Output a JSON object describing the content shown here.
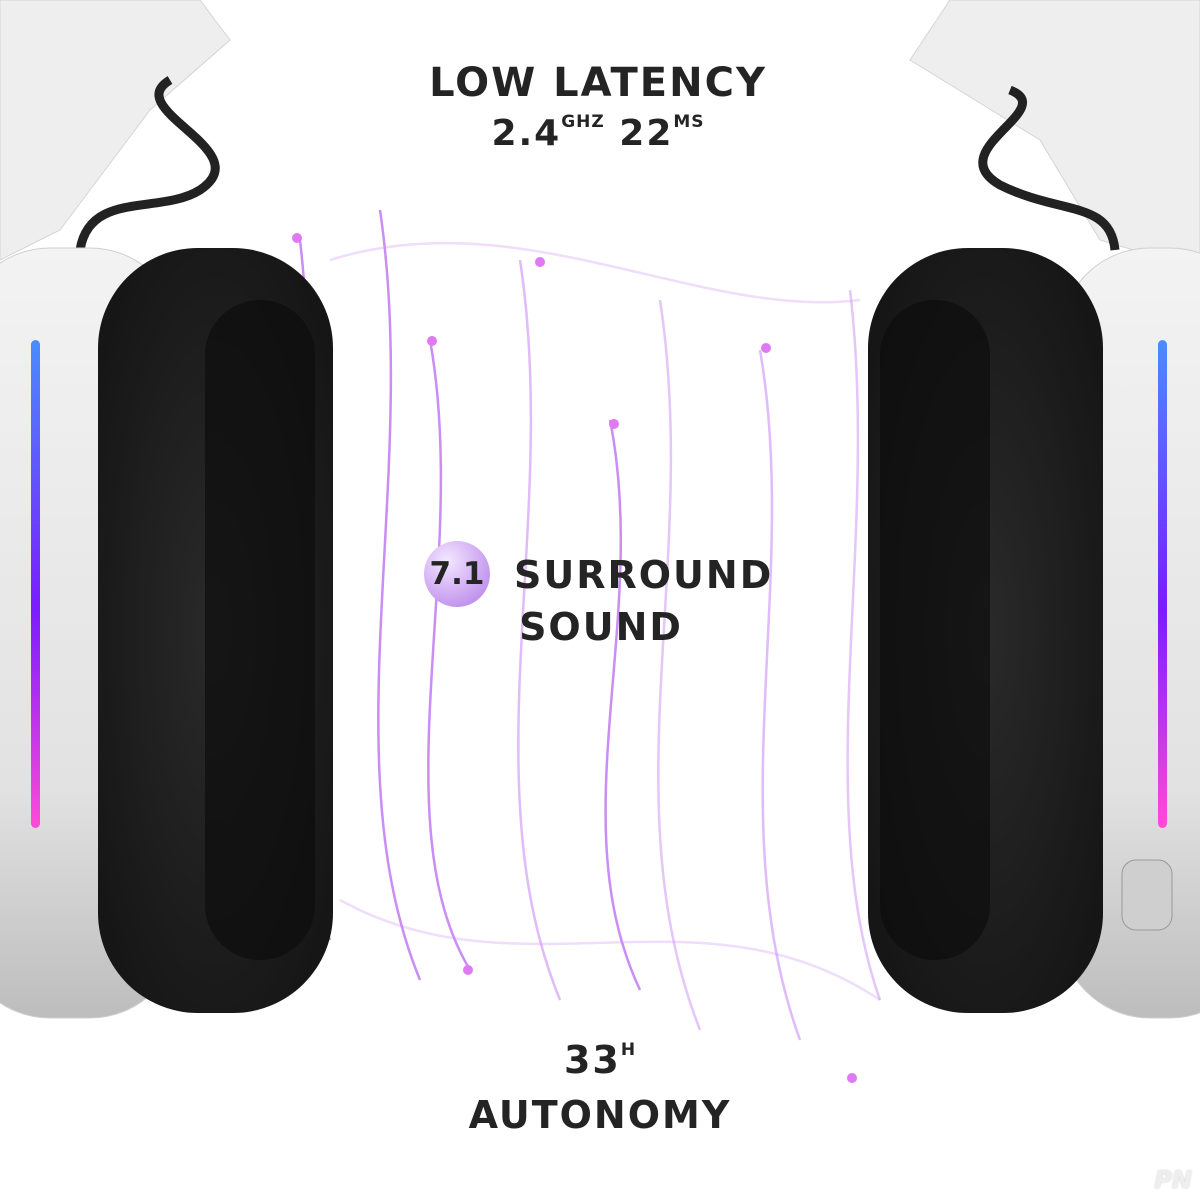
{
  "headline": {
    "line1": "LOW LATENCY",
    "freq": "2.4",
    "freq_unit": "GHZ",
    "latency": "22",
    "latency_unit": "MS"
  },
  "surround": {
    "badge": "7.1",
    "line1": "SURROUND",
    "line2": "SOUND"
  },
  "autonomy": {
    "hours": "33",
    "unit": "H",
    "label": "AUTONOMY"
  },
  "watermark": "PN",
  "colors": {
    "text": "#242424",
    "led_top": "#4a8cff",
    "led_mid": "#7a1cff",
    "led_bottom": "#ff4bd8",
    "wave": "#b45cf0",
    "cushion": "#1e1e1e"
  }
}
